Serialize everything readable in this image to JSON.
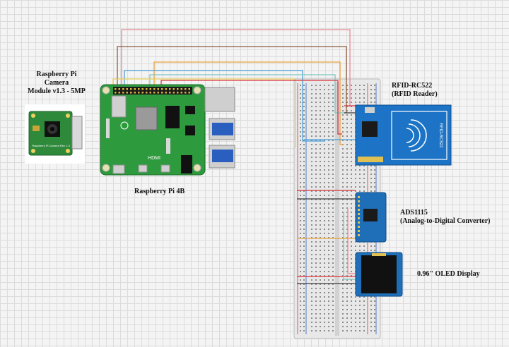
{
  "labels": {
    "camera": [
      "Raspberry Pi",
      "Camera",
      "Module v1.3 - 5MP"
    ],
    "pi": "Raspberry Pi 4B",
    "rfid": [
      "RFID-RC522",
      "(RFID Reader)"
    ],
    "ads": [
      "ADS1115",
      "(Analog-to-Digital Converter)"
    ],
    "oled": "0.96\" OLED Display"
  },
  "board_text": {
    "hdmi": "HDMI",
    "rfid_chip": "RFID-RC522",
    "camera_pcb": "Raspberry Pi Camera Rev 1.3"
  },
  "colors": {
    "pi_green": "#2e9a3e",
    "rfid_blue": "#1d74c6",
    "ads_blue": "#1f6fb8",
    "oled_screen": "#111111",
    "breadboard": "#e6e6e6",
    "wire_pink": "#e88a96",
    "wire_brown": "#8a5a3c",
    "wire_orange": "#e9a23b",
    "wire_blue": "#4a9fd8",
    "wire_teal": "#7cc6c0",
    "wire_yellow": "#e8d15a",
    "wire_red": "#d8323a"
  }
}
